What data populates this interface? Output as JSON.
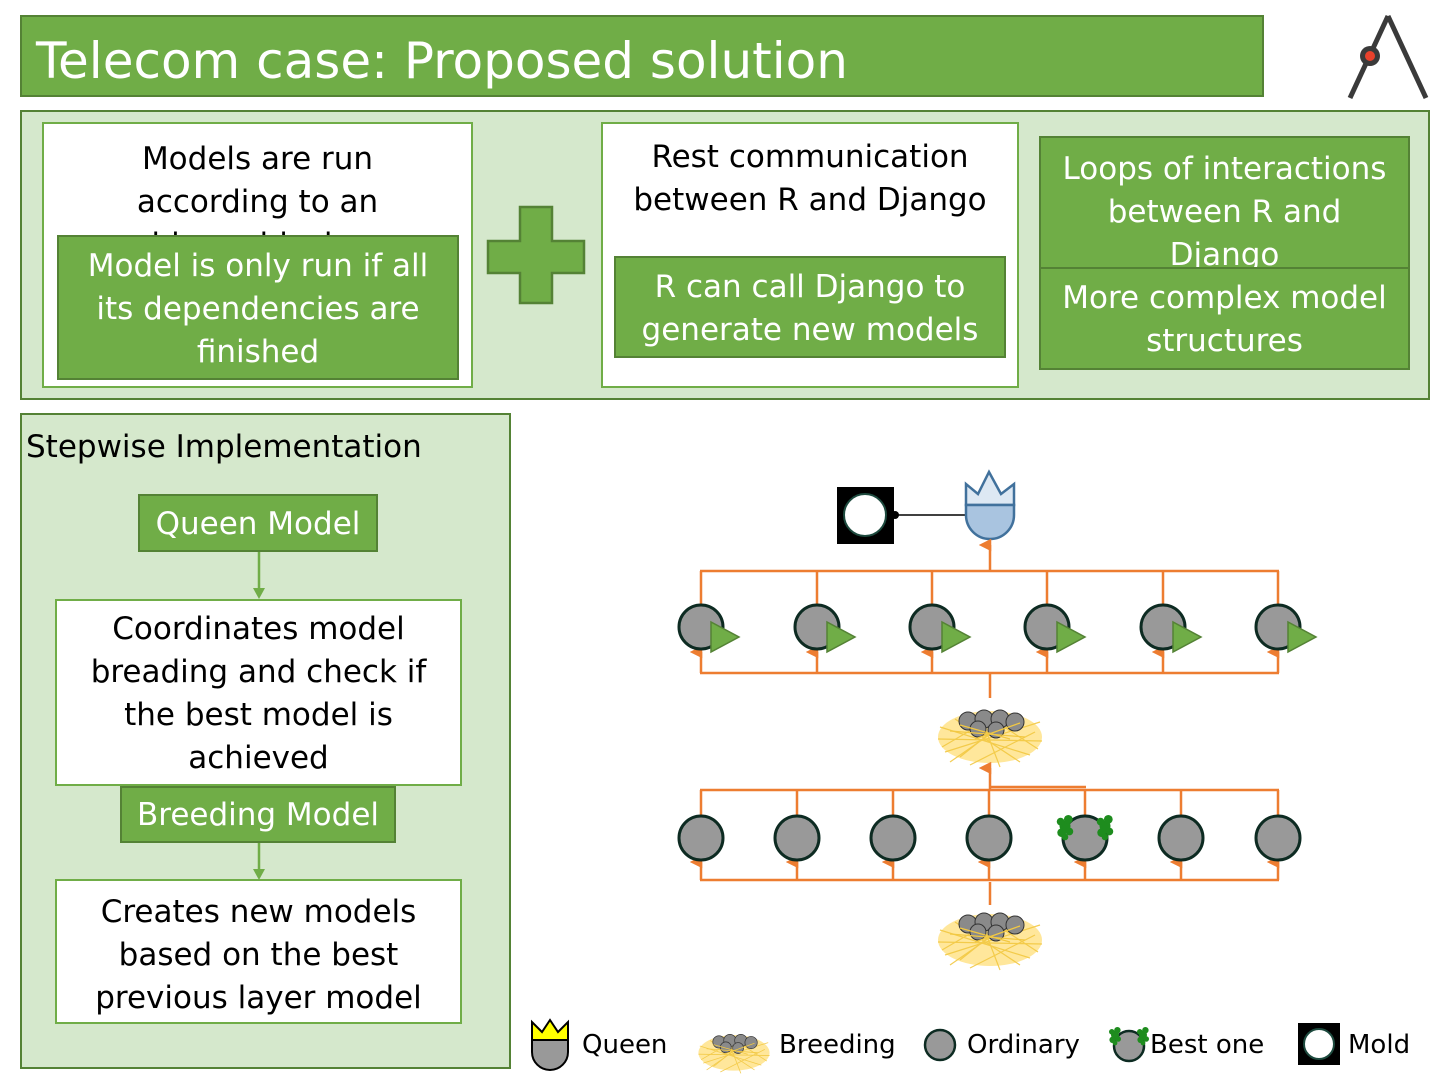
{
  "header": {
    "title": "Telecom case: Proposed solution"
  },
  "top_panel": {
    "card1": {
      "text": "Models are run according to an hierarchical…",
      "overlay": "Model is only run if all its dependencies are finished"
    },
    "plus_icon": "plus-icon",
    "card2": {
      "text": "Rest communication between R and Django",
      "overlay": "R can call Django to generate new models"
    },
    "card3": {
      "top": "Loops of interactions between R and Django",
      "bottom": "More complex model structures"
    }
  },
  "stepwise": {
    "title": "Stepwise Implementation",
    "queen_label": "Queen Model",
    "queen_desc": "Coordinates model breading and check if the best model is achieved",
    "breeding_label": "Breeding Model",
    "breeding_desc": "Creates new models based on the best previous layer model"
  },
  "diagram": {
    "colors": {
      "connector": "#ed7d31",
      "ordinary_fill": "#999999",
      "ordinary_stroke": "#0d2b22",
      "play_arrow": "#70ad47",
      "queen_fill": "#a9c4e0",
      "queen_stroke": "#41719c",
      "nest": "#ffd966",
      "best_leaves": "#1e8c1e"
    },
    "upper_row_count": 6,
    "lower_row_count": 7,
    "best_index_lower": 4
  },
  "legend": [
    {
      "icon": "queen-icon",
      "label": "Queen"
    },
    {
      "icon": "nest-icon",
      "label": "Breeding"
    },
    {
      "icon": "ordinary-circle-icon",
      "label": "Ordinary"
    },
    {
      "icon": "best-one-icon",
      "label": "Best one"
    },
    {
      "icon": "mold-icon",
      "label": "Mold"
    }
  ]
}
